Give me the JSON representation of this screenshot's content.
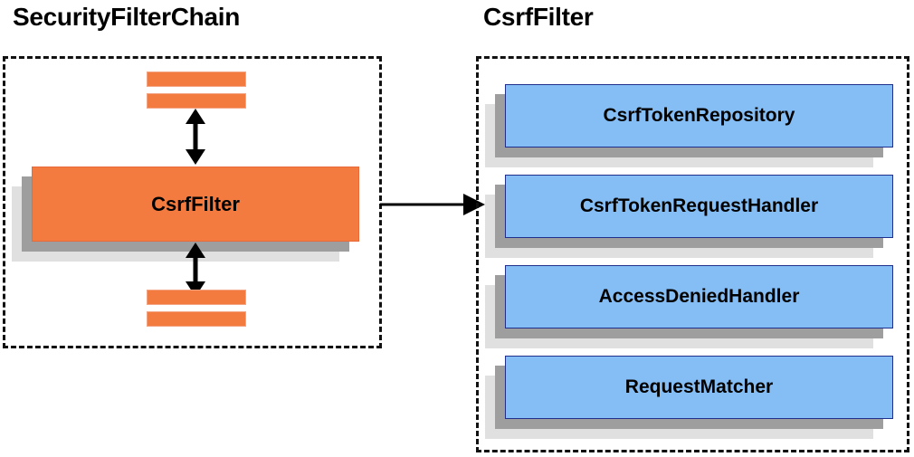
{
  "diagram": {
    "background": "#ffffff",
    "colors": {
      "orange_fill": "#f47b3f",
      "orange_border": "#e8693a",
      "blue_fill": "#85bdf5",
      "blue_border": "#1f2f8c",
      "shadow_near": "#9e9e9e",
      "shadow_far": "#e0e0e0",
      "outline": "#111111",
      "text": "#000000"
    }
  },
  "left_panel": {
    "title": "SecurityFilterChain",
    "border_style": "dashed",
    "top_bars": [
      {
        "name": "filter-bar-top-1",
        "label": ""
      },
      {
        "name": "filter-bar-top-2",
        "label": ""
      }
    ],
    "main_node": {
      "label": "CsrfFilter",
      "shape": "box-with-stacked-shadow",
      "fill": "#f47b3f"
    },
    "bottom_bars": [
      {
        "name": "filter-bar-bottom-1",
        "label": ""
      },
      {
        "name": "filter-bar-bottom-2",
        "label": ""
      }
    ],
    "arrows": [
      {
        "name": "arrow-top",
        "direction": "double-vertical"
      },
      {
        "name": "arrow-bottom",
        "direction": "double-vertical"
      }
    ]
  },
  "connector": {
    "name": "csrffilter-detail-arrow",
    "direction": "right",
    "label": ""
  },
  "right_panel": {
    "title": "CsrfFilter",
    "border_style": "dashed",
    "collaborators": [
      {
        "label": "CsrfTokenRepository"
      },
      {
        "label": "CsrfTokenRequestHandler"
      },
      {
        "label": "AccessDeniedHandler"
      },
      {
        "label": "RequestMatcher"
      }
    ]
  }
}
